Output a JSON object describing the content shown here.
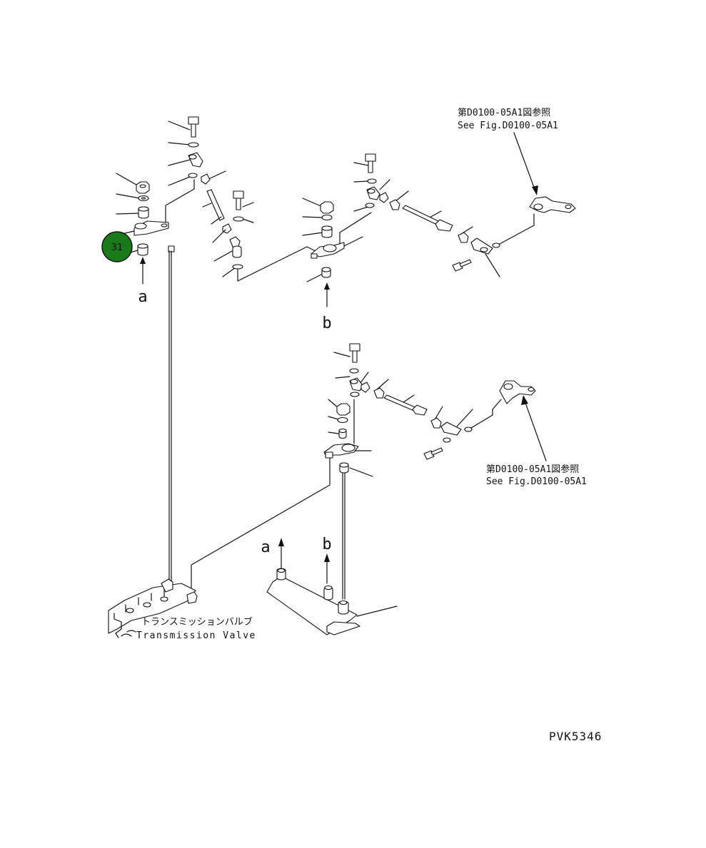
{
  "diagram": {
    "drawing_code": "PVK5346",
    "callout_badge": {
      "number": "31",
      "color": "#1a7a1a"
    },
    "refs": {
      "top_jp": "第D0100-05A1図参照",
      "top_en": "See Fig.D0100-05A1",
      "mid_jp": "第D0100-05A1図参照",
      "mid_en": "See Fig.D0100-05A1"
    },
    "transmission_valve": {
      "jp": "トランスミッションバルブ",
      "en": "Transmission Valve"
    },
    "view_markers": {
      "a_top": "a",
      "b_top": "b",
      "a_bottom": "a",
      "b_bottom": "b"
    }
  }
}
